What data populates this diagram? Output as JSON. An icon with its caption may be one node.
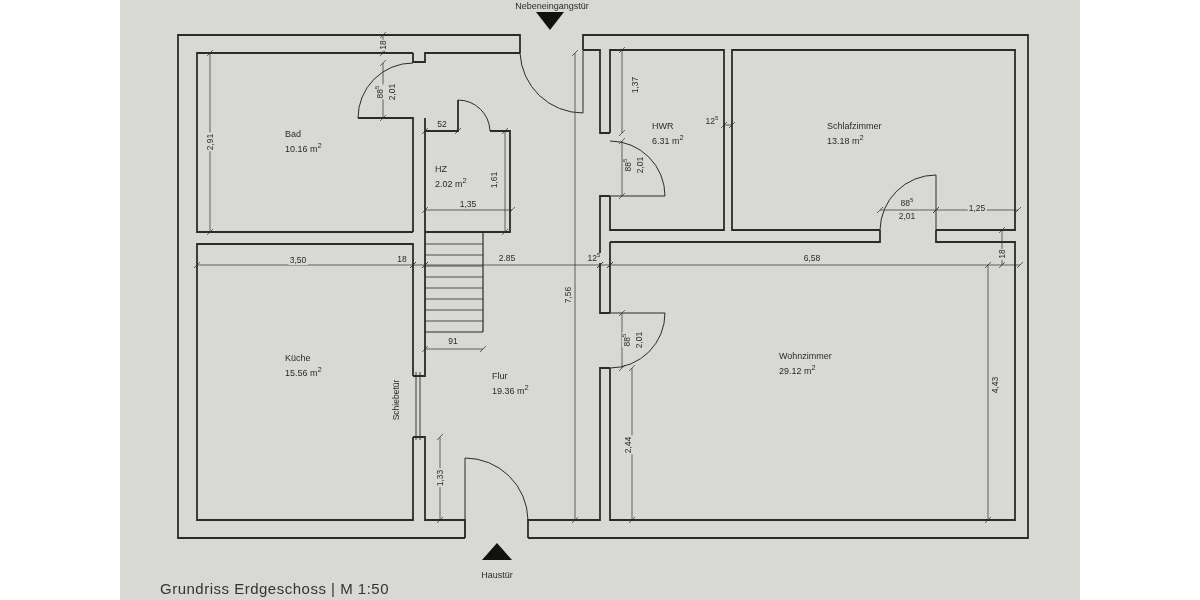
{
  "diagram": {
    "caption": "Grundriss Erdgeschoss | M 1:50",
    "nodes": [
      {
        "text": [
          "Bad",
          "10.16 m$^{2}$"
        ]
      },
      {
        "text": [
          "HZ",
          "2.02 m$^{2}$"
        ]
      },
      {
        "text": [
          "Küche",
          "15.56 m$^{2}$"
        ]
      },
      {
        "text": [
          "Flur",
          "19.36 m$^{2}$"
        ]
      },
      {
        "text": [
          "HWR",
          "6.31 m$^{2}$"
        ]
      },
      {
        "text": [
          "Schlafzimmer",
          "13.18 m$^{2}$"
        ]
      },
      {
        "text": [
          "Wohnzimmer",
          "29.12 m$^{2}$"
        ]
      }
    ],
    "labels": [
      "Nebeneingangstür",
      "18",
      "88$^{5}$",
      "2,01",
      "2,91",
      "52",
      "1,61",
      "1,35",
      "3,50",
      "18",
      "2.85",
      "12$^{5}$",
      "7,56",
      "91",
      "Schiebetür",
      "1,33",
      "1,37",
      "12$^{5}$",
      "88$^{5}$",
      "2,01",
      "88$^{5}$",
      "2,01",
      "1,25",
      "6,58",
      "18",
      "88$^{5}$",
      "2,01",
      "4,43",
      "2,44",
      "Haustür"
    ]
  }
}
